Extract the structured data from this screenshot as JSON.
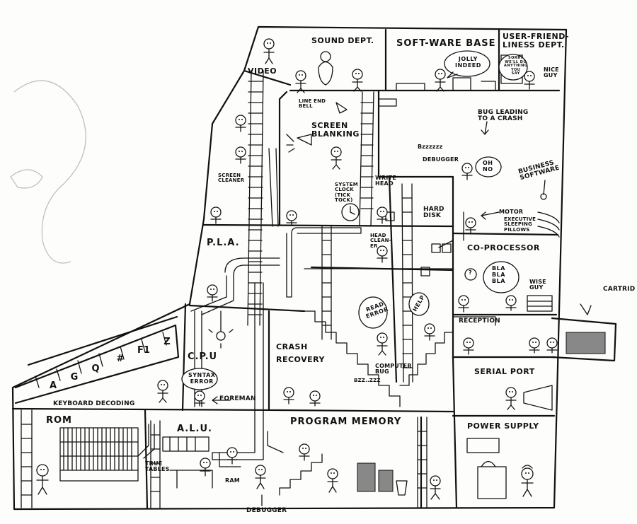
{
  "rooms": {
    "video": "VIDEO",
    "sound_dept": "SOUND DEPT.",
    "software_base": "SOFT-WARE BASE",
    "user_friendliness_dept": [
      "USER-FRIEND-",
      "LINESS DEPT."
    ],
    "screen_blanking": [
      "SCREEN",
      "BLANKING"
    ],
    "pla": "P.L.A.",
    "cpu": "C.P.U",
    "crash_recovery": [
      "CRASH",
      "RECOVERY"
    ],
    "keyboard_decoding": "KEYBOARD DECODING",
    "rom": "ROM",
    "alu": "A.L.U.",
    "program_memory": "PROGRAM MEMORY",
    "power_supply": "POWER SUPPLY",
    "serial_port": "SERIAL PORT",
    "reception": "RECEPTION",
    "coprocessor": "CO-PROCESSOR",
    "hard_disk": [
      "HARD",
      "DISK"
    ],
    "business_software": [
      "BUSINESS",
      "SOFTWARE"
    ],
    "cartridge": "CARTRID"
  },
  "labels": {
    "line_end_bell": [
      "LINE END",
      "BELL"
    ],
    "screen_cleaner": [
      "SCREEN",
      "CLEANER"
    ],
    "system_clock": [
      "SYSTEM",
      "CLOCK",
      "(TICK",
      "TOCK)"
    ],
    "write_head": [
      "WRITE",
      "HEAD"
    ],
    "head_cleaner": [
      "HEAD",
      "CLEAN-",
      "ER"
    ],
    "bug_leading_to_crash": [
      "BUG LEADING",
      "TO A CRASH"
    ],
    "debugger_top": "DEBUGGER",
    "motor": "MOTOR",
    "executive_sleeping_pillows": [
      "EXECUTIVE",
      "SLEEPING",
      "PILLOWS"
    ],
    "wise_guy": [
      "WISE",
      "GUY"
    ],
    "nice_guy": [
      "NICE",
      "GUY"
    ],
    "foreman": "FOREMAN",
    "truth_tables": [
      "TRUE",
      "TABLES"
    ],
    "ram": "RAM",
    "debugger_bottom": "DEBUGGER",
    "computer_bug": [
      "COMPUTER",
      "BUG"
    ],
    "bzz": "Bzzzzzz",
    "bzz_small": "BZZ..ZZZ"
  },
  "bubbles": {
    "jolly_indeed": [
      "JOLLY",
      "INDEED"
    ],
    "sorry": [
      "SORRY",
      "WE'LL DO",
      "ANYTHING",
      "YOU",
      "SAY"
    ],
    "oh_no": [
      "OH",
      "NO"
    ],
    "bla": [
      "BLA",
      "BLA",
      "BLA"
    ],
    "question": "?",
    "syntax_error": [
      "SYNTAX",
      "ERROR"
    ],
    "read_error": [
      "READ",
      "ERROR"
    ],
    "help": "HELP"
  },
  "keyboard_keys": [
    "A",
    "G",
    "Q",
    "#",
    "F1",
    "Z"
  ]
}
